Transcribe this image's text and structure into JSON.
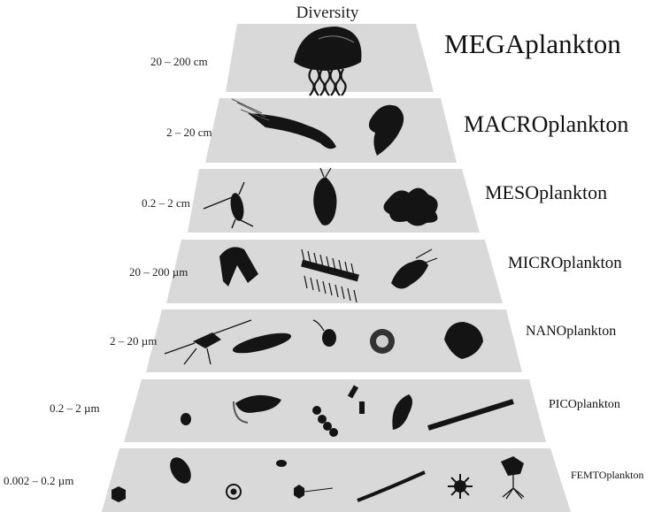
{
  "title": "Diversity",
  "tiers": [
    {
      "size": "20 – 200 cm",
      "name": "MEGAplankton",
      "organisms": [
        "jellyfish"
      ]
    },
    {
      "size": "2 – 20 cm",
      "name": "MACROplankton",
      "organisms": [
        "shrimp",
        "fish-larva"
      ]
    },
    {
      "size": "0.2 – 2 cm",
      "name": "MESOplankton",
      "organisms": [
        "copepod",
        "pteropod",
        "larva"
      ]
    },
    {
      "size": "20 – 200 µm",
      "name": "MICROplankton",
      "organisms": [
        "ceratium",
        "diatom-chain",
        "radiolarian"
      ]
    },
    {
      "size": "2 – 20 µm",
      "name": "NANOplankton",
      "organisms": [
        "dinoflagellate",
        "pennate-diatom",
        "flagellate",
        "coccolith",
        "coccolithophore"
      ]
    },
    {
      "size": "0.2 – 2 µm",
      "name": "PICOplankton",
      "organisms": [
        "cocci",
        "vibrio",
        "streptococci",
        "bacillus",
        "vibrio-2",
        "filament"
      ]
    },
    {
      "size": "0.002 – 0.2 µm",
      "name": "FEMTOplankton",
      "organisms": [
        "virus-hexagon",
        "capsule",
        "bullseye",
        "small-capsule",
        "tailed-virus",
        "filament-virus",
        "spiky-virus",
        "phage"
      ]
    }
  ],
  "colors": {
    "band": "#d9d9d9",
    "ink": "#141414",
    "text": "#222222"
  }
}
